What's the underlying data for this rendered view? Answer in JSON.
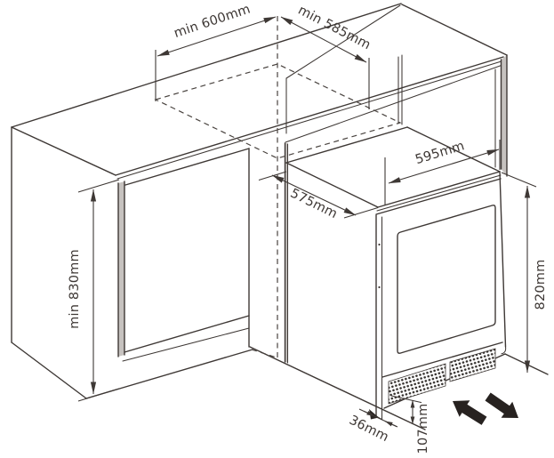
{
  "diagram": {
    "kind": "built-in appliance installation dimensions drawing",
    "labels": {
      "cutout_width": "min 600mm",
      "cutout_depth": "min 585mm",
      "appliance_width": "595mm",
      "appliance_depth": "575mm",
      "niche_height": "min 830mm",
      "appliance_height": "820mm",
      "base_recess": "36mm",
      "vent_height": "107mm"
    },
    "colors": {
      "line": "#3e3835",
      "background": "#ffffff",
      "airflow_arrow": "#272220"
    },
    "airflow_arrows": [
      "up-left",
      "down-right"
    ]
  }
}
